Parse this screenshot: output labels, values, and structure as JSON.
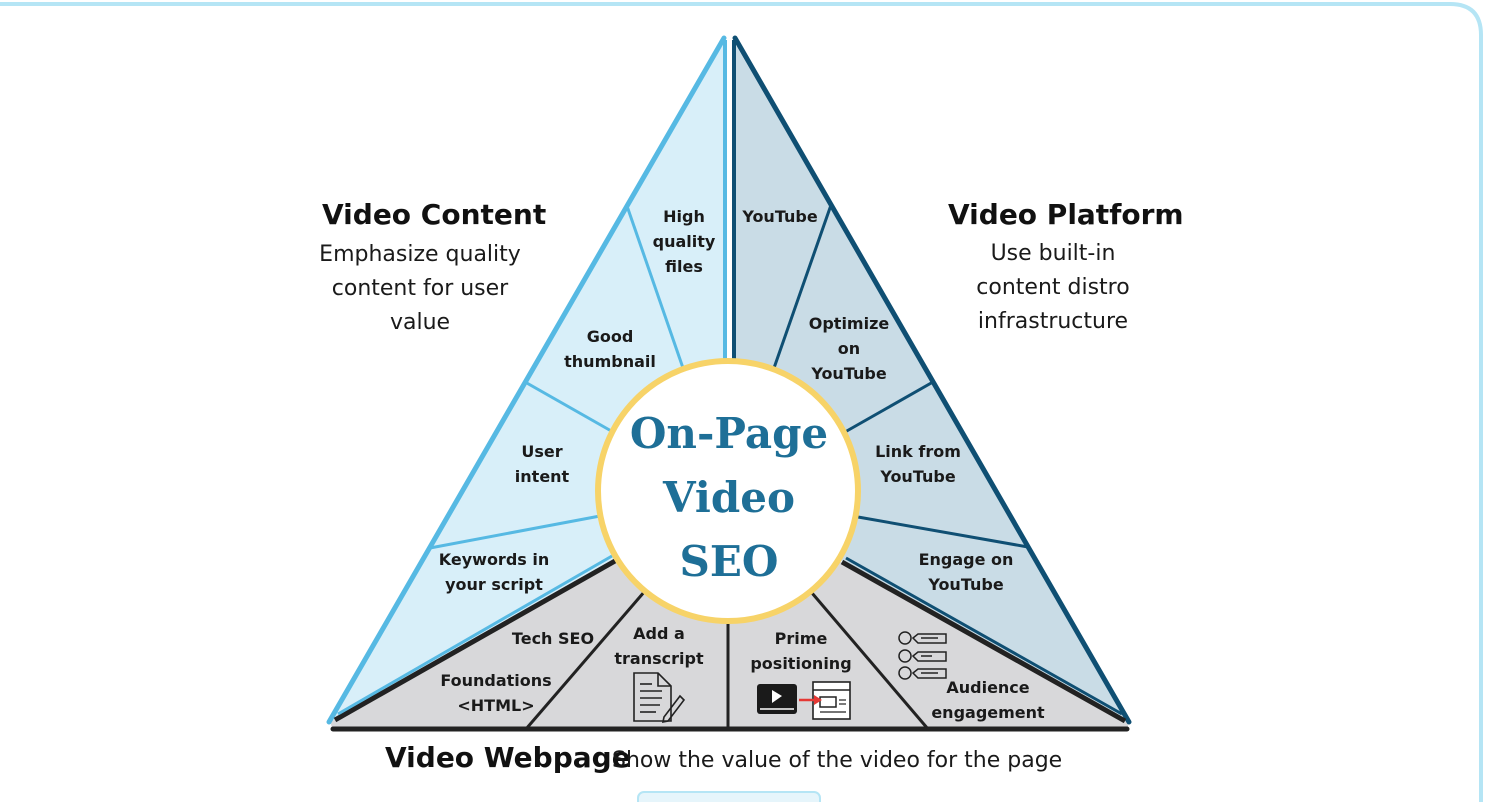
{
  "colors": {
    "light_blue": "#56b9e3",
    "light_blue_fill": "#d8eff9",
    "dark_blue": "#0f4f73",
    "dark_blue_fill": "#c9dce6",
    "gray_fill": "#d8d8da",
    "dark_line": "#222222",
    "circle_border": "#f7d368",
    "center_text": "#1e6f97",
    "frame": "#b5e5f5"
  },
  "center": {
    "title": "On-Page\nVideo\nSEO"
  },
  "video_content": {
    "heading": "Video Content",
    "description": "Emphasize quality\ncontent for user\nvalue",
    "segments": [
      "High\nquality\nfiles",
      "Good\nthumbnail",
      "User\nintent",
      "Keywords in\nyour script"
    ]
  },
  "video_platform": {
    "heading": "Video Platform",
    "description": "Use built-in\ncontent distro\ninfrastructure",
    "segments": [
      "YouTube",
      "Optimize\non\nYouTube",
      "Link from\nYouTube",
      "Engage on\nYouTube"
    ]
  },
  "video_webpage": {
    "heading": "Video Webpage",
    "description": "Show the value of the video for the page",
    "segments": {
      "tech_seo": "Tech SEO",
      "foundations": "Foundations\n<HTML>",
      "transcript": "Add a\ntranscript",
      "prime_positioning": "Prime\npositioning",
      "audience": "Audience\nengagement"
    }
  },
  "icons": [
    "transcript-document-icon",
    "video-to-page-icon",
    "audience-feedback-icon"
  ]
}
